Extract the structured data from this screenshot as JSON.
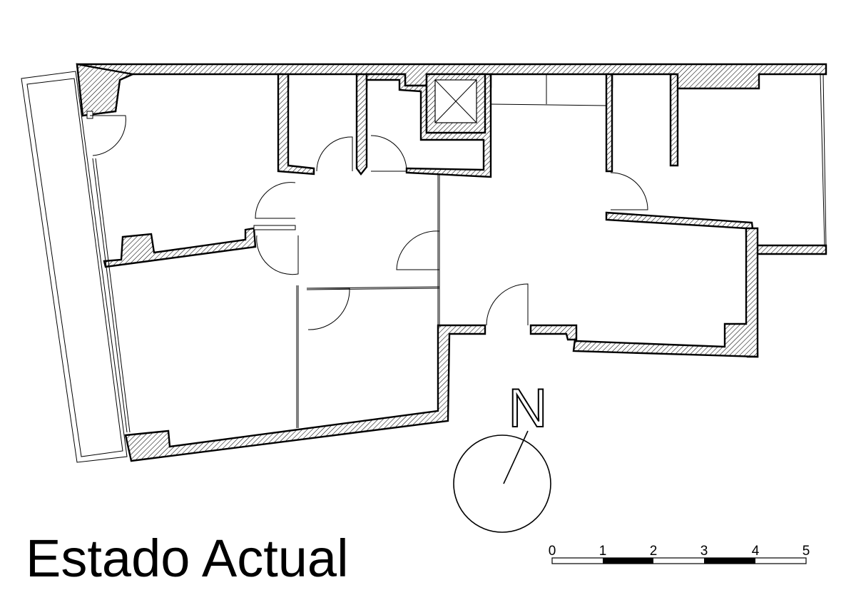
{
  "title": "Estado Actual",
  "north_label": "N",
  "scale_labels": [
    "0",
    "1",
    "2",
    "3",
    "4",
    "5"
  ]
}
